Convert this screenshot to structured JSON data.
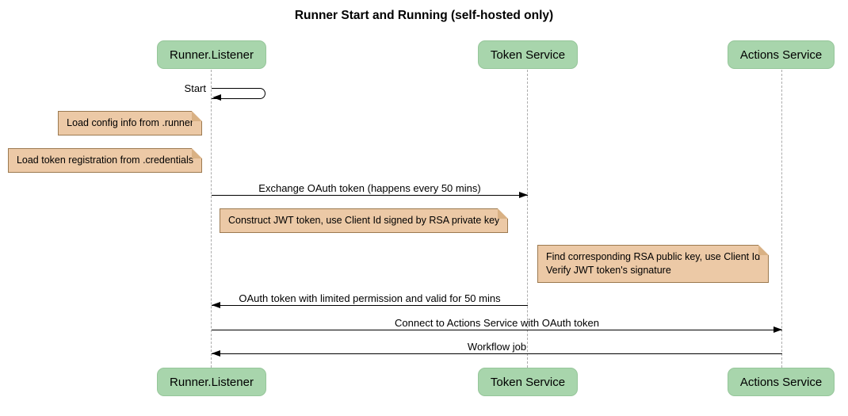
{
  "diagram": {
    "title": "Runner Start and Running (self-hosted only)",
    "type": "sequence-diagram"
  },
  "participants": [
    {
      "name": "Runner.Listener"
    },
    {
      "name": "Token Service"
    },
    {
      "name": "Actions Service"
    }
  ],
  "messages": [
    {
      "label": "Start",
      "from": "Runner.Listener",
      "to": "Runner.Listener",
      "kind": "self"
    },
    {
      "label": "Exchange OAuth token (happens every 50 mins)",
      "from": "Runner.Listener",
      "to": "Token Service",
      "kind": "solid-arrow"
    },
    {
      "label": "OAuth token with limited permission and valid for 50 mins",
      "from": "Token Service",
      "to": "Runner.Listener",
      "kind": "solid-arrow"
    },
    {
      "label": "Connect to Actions Service with OAuth token",
      "from": "Runner.Listener",
      "to": "Actions Service",
      "kind": "solid-arrow"
    },
    {
      "label": "Workflow job",
      "from": "Actions Service",
      "to": "Runner.Listener",
      "kind": "solid-arrow"
    }
  ],
  "notes": [
    {
      "lines": [
        "Load config info from .runner"
      ],
      "position": "left of Runner.Listener"
    },
    {
      "lines": [
        "Load token registration from .credentials"
      ],
      "position": "left of Runner.Listener"
    },
    {
      "lines": [
        "Construct JWT token, use Client Id signed by RSA private key"
      ],
      "position": "right of Runner.Listener"
    },
    {
      "lines": [
        "Find corresponding RSA public key, use Client Id",
        "Verify JWT token's signature"
      ],
      "position": "right of Token Service"
    }
  ],
  "colors": {
    "background": "#ffffff",
    "participant_fill": "#a8d5ac",
    "note_fill": "#ecc9a6",
    "note_border": "#9c7a50",
    "lifeline": "#ababab",
    "arrow": "#000000",
    "text": "#000000"
  }
}
